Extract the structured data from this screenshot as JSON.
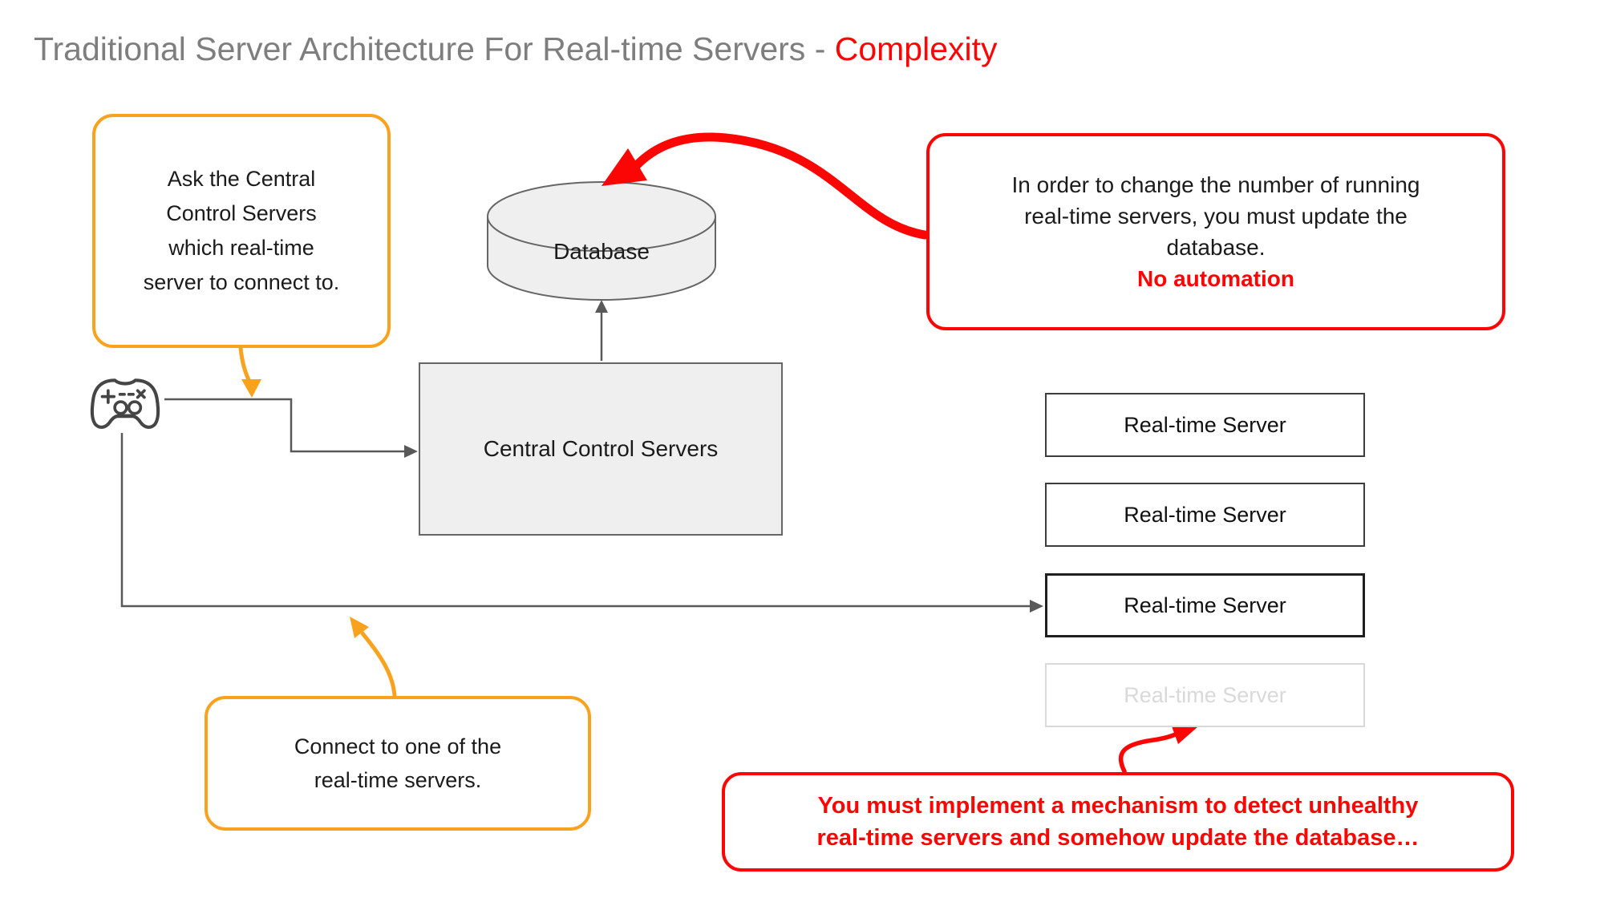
{
  "title": {
    "main": "Traditional Server Architecture For Real-time Servers - ",
    "accent": "Complexity"
  },
  "callouts": {
    "ask": {
      "lines": [
        "Ask the Central",
        "Control Servers",
        "which real-time",
        "server to connect to."
      ]
    },
    "update_db": {
      "lines": [
        "In order to change the number of running",
        "real-time servers, you must update the",
        "database."
      ],
      "highlight": "No automation"
    },
    "connect": {
      "lines": [
        "Connect to one of the",
        "real-time servers."
      ]
    },
    "detect": {
      "lines": [
        "You must implement a mechanism to detect unhealthy",
        "real-time servers and somehow update the database…"
      ]
    }
  },
  "nodes": {
    "database": {
      "label": "Database"
    },
    "central": {
      "label": "Central Control Servers"
    },
    "servers": [
      {
        "label": "Real-time Server",
        "state": "active"
      },
      {
        "label": "Real-time Server",
        "state": "active"
      },
      {
        "label": "Real-time Server",
        "state": "active"
      },
      {
        "label": "Real-time Server",
        "state": "inactive"
      }
    ]
  },
  "icons": {
    "client": "game-controller-icon"
  },
  "colors": {
    "accent_orange": "#F8A21E",
    "accent_red": "#FB0505",
    "node_fill": "#EFEFEF",
    "node_border": "#666666",
    "title_gray": "#7E7E7E",
    "connector_gray": "#595959",
    "faded": "#D9D9D9"
  }
}
